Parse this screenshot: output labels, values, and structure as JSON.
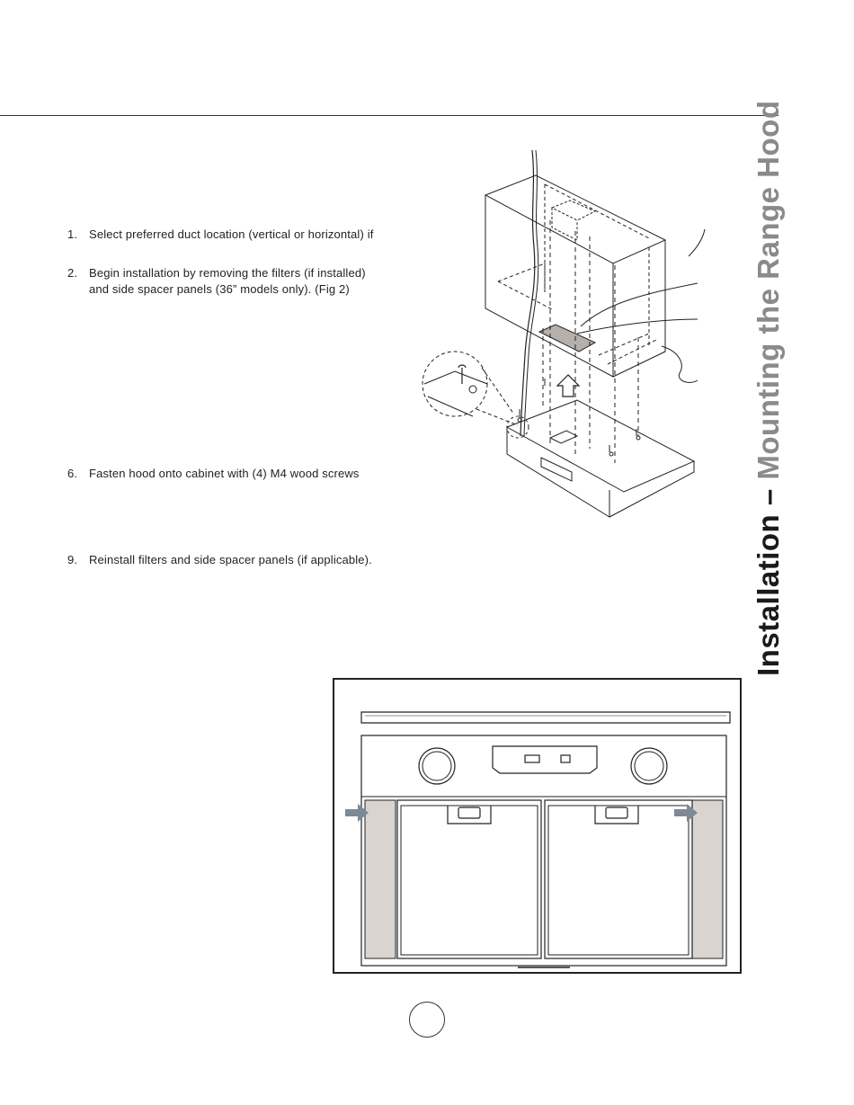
{
  "section_title": {
    "main": "Installation",
    "dash": " – ",
    "sub": "Mounting the Range Hood",
    "main_color": "#1a1a1a",
    "sub_color": "#8a8a8a"
  },
  "steps": [
    {
      "num": "1.",
      "lines": [
        "Select preferred duct location (vertical or horizontal) if"
      ]
    },
    {
      "num": "2.",
      "lines": [
        "Begin installation by removing the filters (if installed)",
        "and side spacer panels (36” models only). (Fig 2)"
      ]
    },
    {
      "num": "6.",
      "lines": [
        "Fasten hood onto cabinet with (4) M4 wood screws"
      ]
    },
    {
      "num": "9.",
      "lines": [
        "Reinstall filters and side spacer panels (if applicable)."
      ]
    }
  ],
  "colors": {
    "spacer_panel": "#d9d4cf",
    "arrow": "#7d8a96",
    "duct_tape": "#b5b0ab"
  }
}
